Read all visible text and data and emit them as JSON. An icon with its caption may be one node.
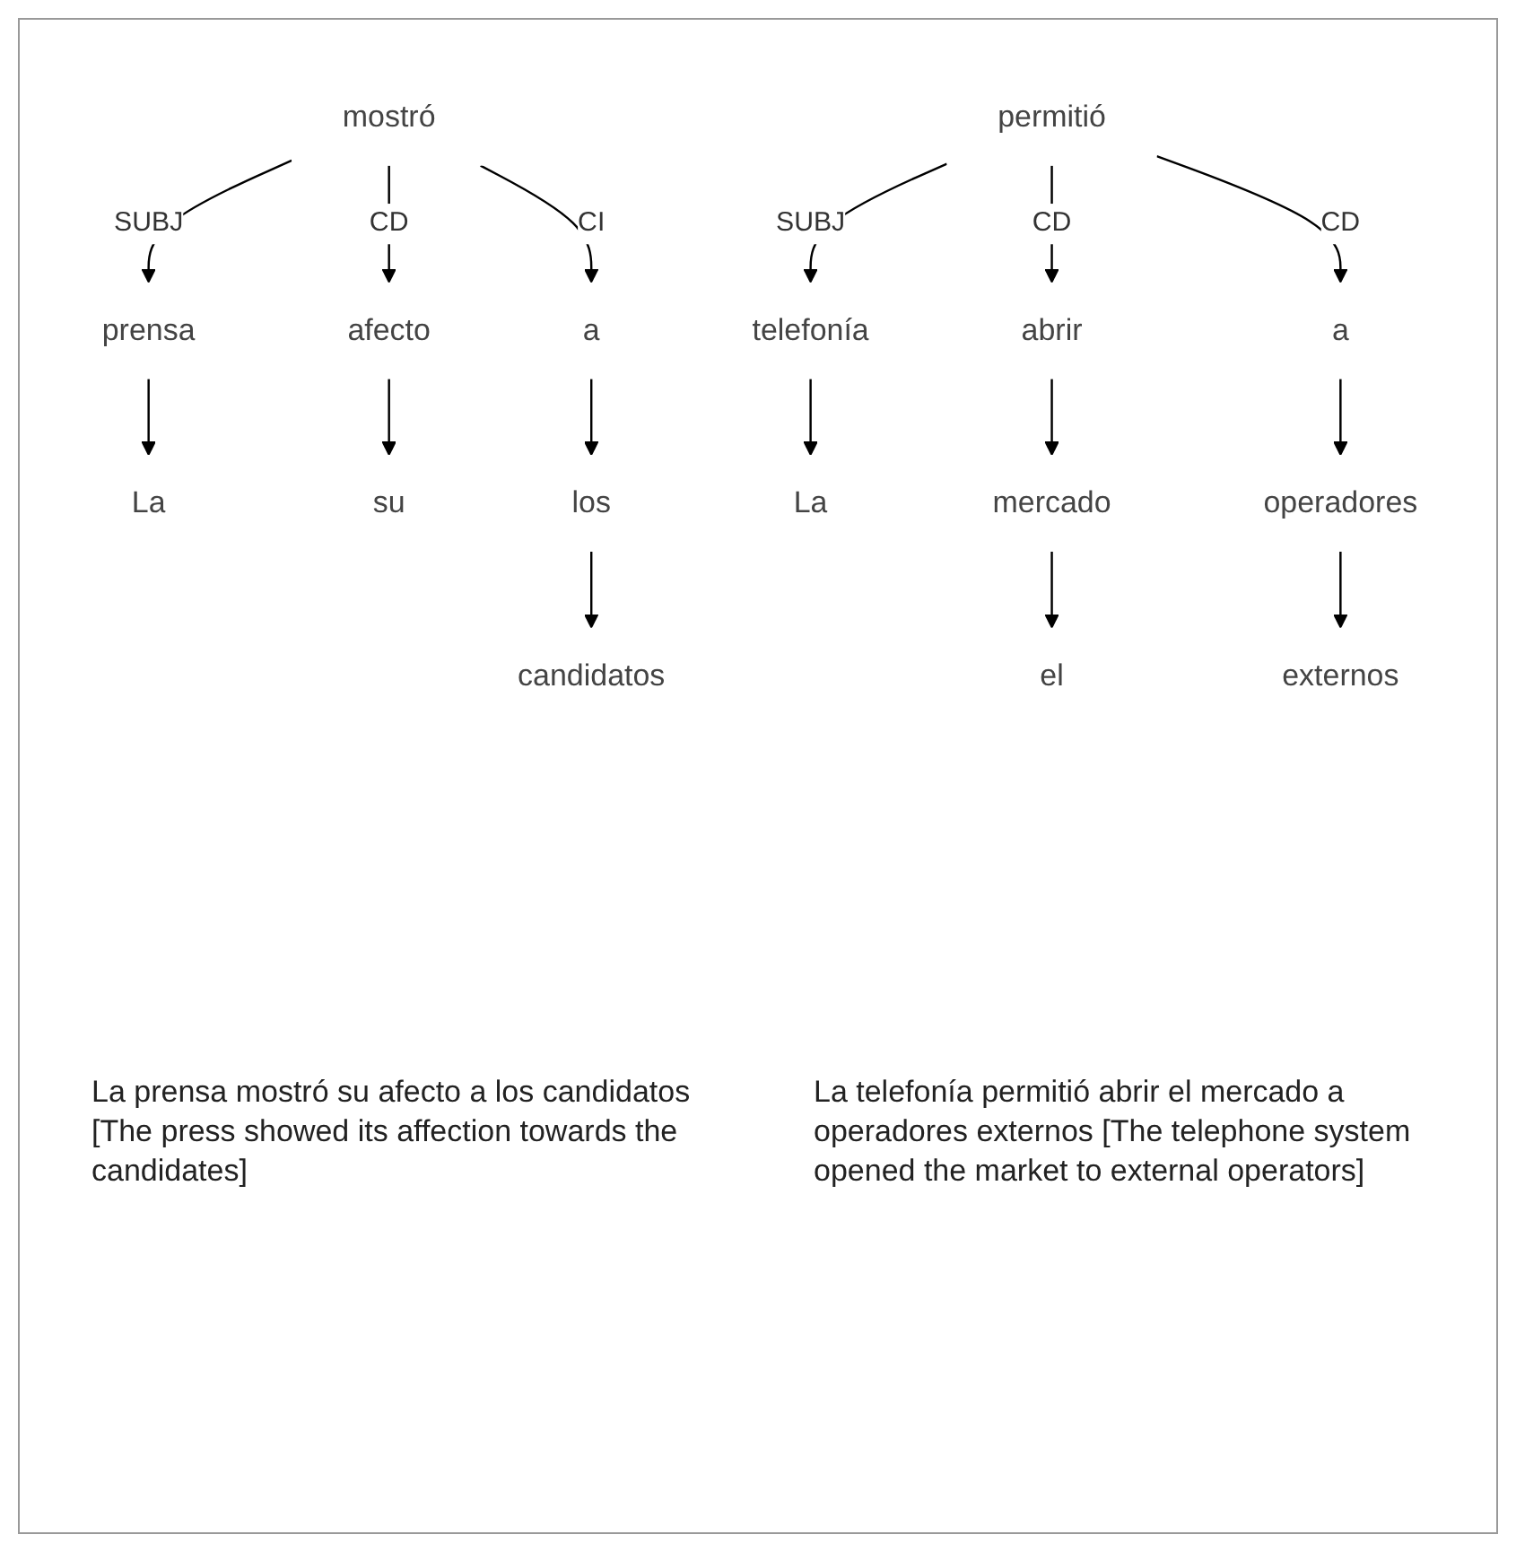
{
  "diagram": {
    "nodes": [
      {
        "text": [
          "mostró"
        ]
      },
      {
        "text": [
          "prensa"
        ]
      },
      {
        "text": [
          "afecto"
        ]
      },
      {
        "text": [
          "a"
        ]
      },
      {
        "text": [
          "La"
        ]
      },
      {
        "text": [
          "su"
        ]
      },
      {
        "text": [
          "los"
        ]
      },
      {
        "text": [
          "candidatos"
        ]
      },
      {
        "text": [
          "permitió"
        ]
      },
      {
        "text": [
          "telefonía"
        ]
      },
      {
        "text": [
          "abrir"
        ]
      },
      {
        "text": [
          "a"
        ]
      },
      {
        "text": [
          "La"
        ]
      },
      {
        "text": [
          "mercado"
        ]
      },
      {
        "text": [
          "operadores"
        ]
      },
      {
        "text": [
          "el"
        ]
      },
      {
        "text": [
          "externos"
        ]
      }
    ],
    "edges": [
      {
        "from": 0,
        "to": 1,
        "arrow": "to",
        "label": "SUBJ"
      },
      {
        "from": 0,
        "to": 2,
        "arrow": "to",
        "label": "CD"
      },
      {
        "from": 0,
        "to": 3,
        "arrow": "to",
        "label": "CI"
      },
      {
        "from": 1,
        "to": 4,
        "arrow": "to"
      },
      {
        "from": 2,
        "to": 5,
        "arrow": "to"
      },
      {
        "from": 3,
        "to": 6,
        "arrow": "to"
      },
      {
        "from": 6,
        "to": 7,
        "arrow": "to"
      },
      {
        "from": 8,
        "to": 9,
        "arrow": "to",
        "label": "SUBJ"
      },
      {
        "from": 8,
        "to": 10,
        "arrow": "to",
        "label": "CD"
      },
      {
        "from": 8,
        "to": 11,
        "arrow": "to",
        "label": "CD"
      },
      {
        "from": 9,
        "to": 12,
        "arrow": "to"
      },
      {
        "from": 10,
        "to": 13,
        "arrow": "to"
      },
      {
        "from": 11,
        "to": 14,
        "arrow": "to"
      },
      {
        "from": 13,
        "to": 15,
        "arrow": "to"
      },
      {
        "from": 14,
        "to": 16,
        "arrow": "to"
      }
    ],
    "labels": [
      "La prensa mostró su afecto a los candidatos [The press showed its affection towards the candidates]",
      "La telefonía permitió abrir el mercado a operadores externos [The telephone system opened the market to external operators]"
    ]
  }
}
